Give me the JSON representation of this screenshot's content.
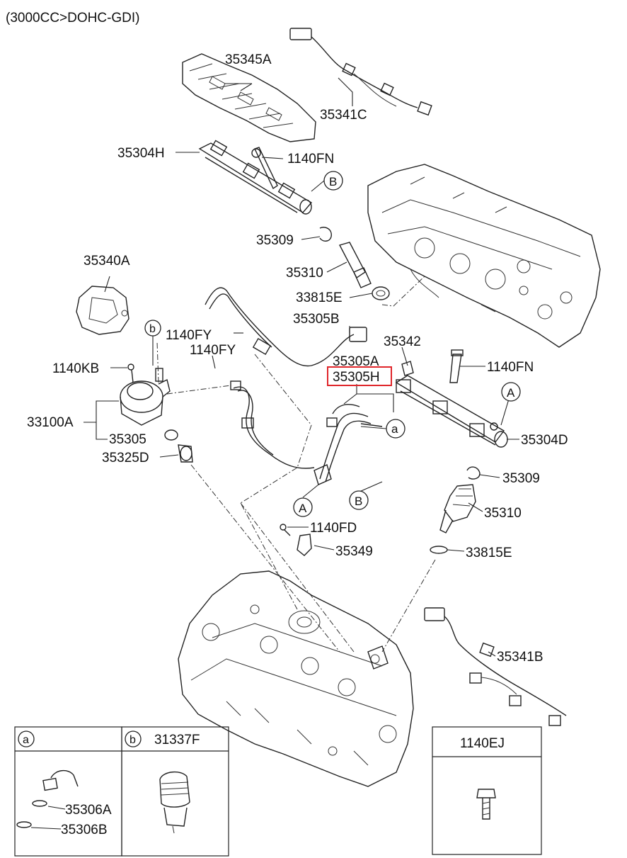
{
  "header": {
    "title": "(3000CC>DOHC-GDI)"
  },
  "labels": {
    "l_35345A": "35345A",
    "l_35341C": "35341C",
    "l_35304H": "35304H",
    "l_1140FN_top": "1140FN",
    "l_35309_top": "35309",
    "l_35340A": "35340A",
    "l_35310_top": "35310",
    "l_33815E_top": "33815E",
    "l_1140FY_a": "1140FY",
    "l_35305B": "35305B",
    "l_1140FY_b": "1140FY",
    "l_35342": "35342",
    "l_1140KB": "1140KB",
    "l_35305A": "35305A",
    "l_35305H": "35305H",
    "l_1140FN_mid": "1140FN",
    "l_33100A": "33100A",
    "l_35305": "35305",
    "l_35304D": "35304D",
    "l_35325D": "35325D",
    "l_35309_mid": "35309",
    "l_35310_mid": "35310",
    "l_1140FD": "1140FD",
    "l_35349": "35349",
    "l_33815E_mid": "33815E",
    "l_35341B": "35341B"
  },
  "markers": {
    "b_small": "b",
    "B_top": "B",
    "A_right": "A",
    "a_mid": "a",
    "A_bottom": "A",
    "B_bottom": "B"
  },
  "legend": {
    "box_a": {
      "key": "a",
      "items": [
        "35306A",
        "35306B"
      ]
    },
    "box_b": {
      "key": "b",
      "part": "31337F"
    },
    "box_c": {
      "part": "1140EJ"
    }
  },
  "highlight": {
    "part": "35305H",
    "color": "#e0262b"
  }
}
